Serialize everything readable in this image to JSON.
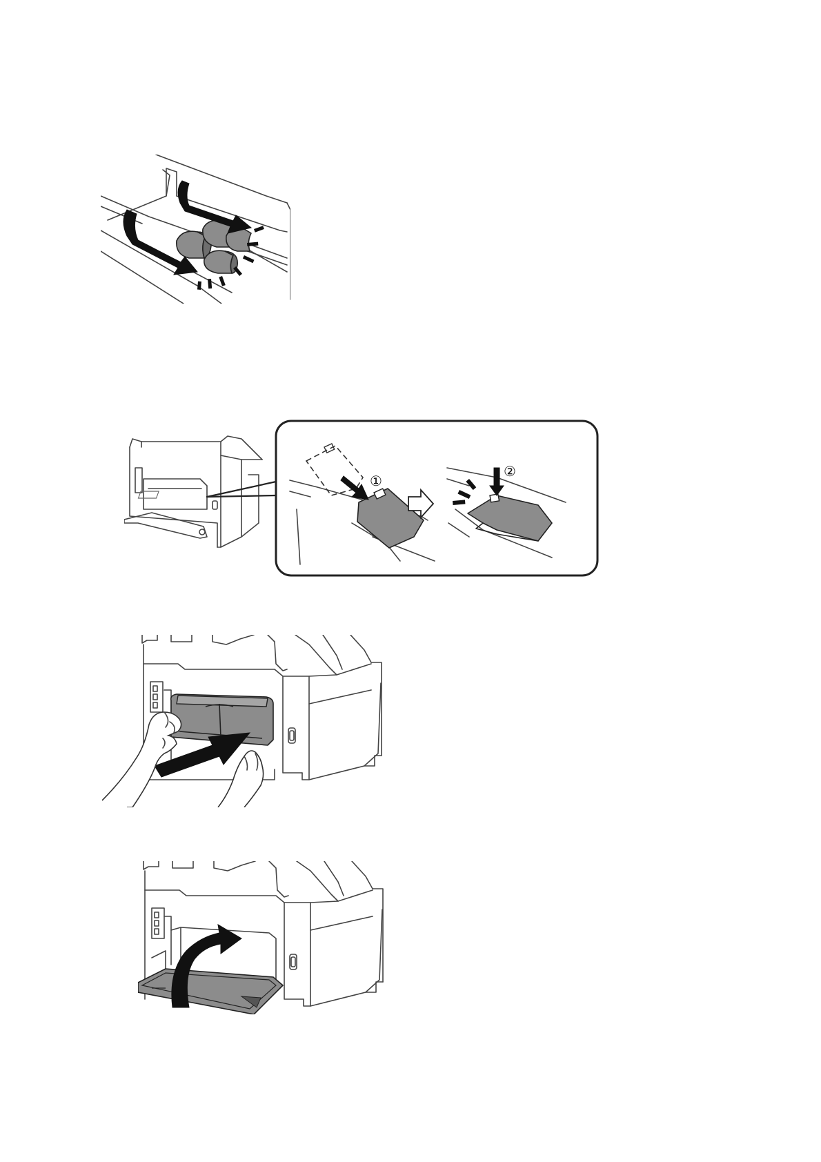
{
  "figures": [
    {
      "name": "roller-installation"
    },
    {
      "name": "roller-cover-attach",
      "steps": [
        "①",
        "②"
      ]
    },
    {
      "name": "rear-cover-insert"
    },
    {
      "name": "rear-cover-close"
    }
  ]
}
